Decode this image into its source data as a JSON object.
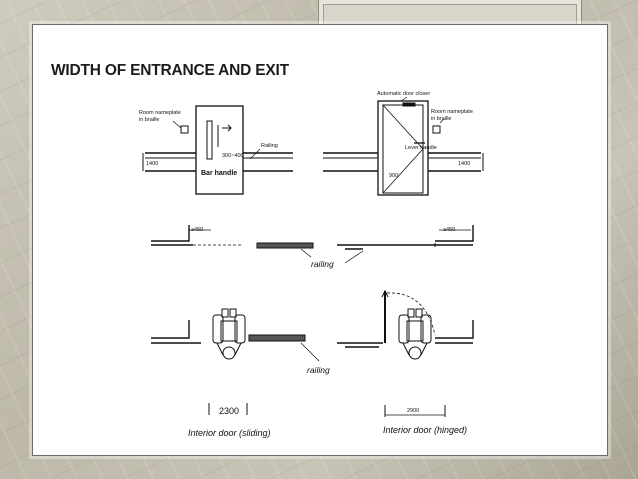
{
  "slide": {
    "title": "WIDTH OF ENTRANCE AND EXIT"
  },
  "diagram": {
    "left_elevation": {
      "nameplate_label_line1": "Room  nameplate",
      "nameplate_label_line2": "in  braille",
      "height_label": "1400",
      "handle_range": "300~400",
      "railing_label": "Railing",
      "bar_handle_label": "Bar handle"
    },
    "right_elevation": {
      "closer_label": "Automatic  door   closer",
      "nameplate_label_line1": "Room nameplate",
      "nameplate_label_line2": "in braille",
      "lever_label": "Lever handle",
      "height_label": "1400",
      "door_width": "900"
    },
    "plans": {
      "clearance_left": "≥450",
      "clearance_right": "≥450",
      "railing_upper": "railing",
      "railing_lower": "railing"
    },
    "captions": {
      "left_dimension": "2300",
      "left_caption": "Interior  door  (sliding)",
      "right_dimension": "2900",
      "right_caption": "Interior  door  (hinged)"
    }
  }
}
